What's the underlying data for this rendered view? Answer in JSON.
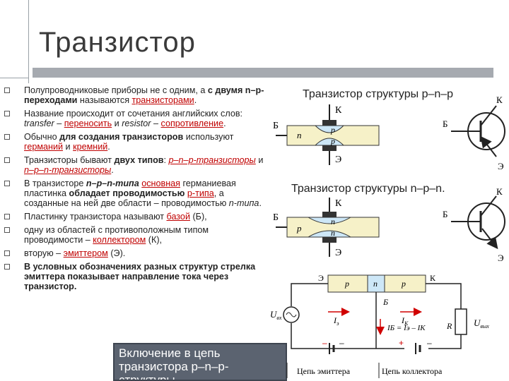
{
  "title": "Транзистор",
  "bullets": [
    {
      "parts": [
        {
          "t": "Полупроводниковые приборы не с одним, а "
        },
        {
          "t": "с двумя n–p-переходами",
          "s": "b"
        },
        {
          "t": " называются "
        },
        {
          "t": "транзисторами",
          "s": "red"
        },
        {
          "t": "."
        }
      ]
    },
    {
      "parts": [
        {
          "t": "Название происходит от сочетания английских слов: "
        },
        {
          "t": "transfer",
          "s": "it"
        },
        {
          "t": " – "
        },
        {
          "t": "переносить",
          "s": "red"
        },
        {
          "t": " и "
        },
        {
          "t": "resistor",
          "s": "it"
        },
        {
          "t": " – "
        },
        {
          "t": "сопротивление",
          "s": "red"
        },
        {
          "t": "."
        }
      ]
    },
    {
      "parts": [
        {
          "t": "Обычно "
        },
        {
          "t": "для создания транзисторов",
          "s": "b"
        },
        {
          "t": " используют "
        },
        {
          "t": "германий",
          "s": "red"
        },
        {
          "t": " и "
        },
        {
          "t": "кремний",
          "s": "red"
        },
        {
          "t": "."
        }
      ]
    },
    {
      "parts": [
        {
          "t": "Транзисторы бывают "
        },
        {
          "t": "двух типов",
          "s": "b"
        },
        {
          "t": ": "
        },
        {
          "t": "p–n–p-транзисторы",
          "s": "red it"
        },
        {
          "t": " и "
        },
        {
          "t": "n–p–n-транзисторы",
          "s": "red it"
        },
        {
          "t": "."
        }
      ]
    },
    {
      "parts": [
        {
          "t": "В транзисторе "
        },
        {
          "t": "n–p–n-типа",
          "s": "b it"
        },
        {
          "t": " "
        },
        {
          "t": "основная",
          "s": "red"
        },
        {
          "t": " германиевая пластинка "
        },
        {
          "t": "обладает проводимостью",
          "s": "b"
        },
        {
          "t": " "
        },
        {
          "t": "p-типа",
          "s": "red"
        },
        {
          "t": ", а созданные на ней две области – проводимостью "
        },
        {
          "t": "n-типа",
          "s": "it"
        },
        {
          "t": "."
        }
      ]
    },
    {
      "parts": [
        {
          "t": "Пластинку транзистора называют "
        },
        {
          "t": "базой",
          "s": "red"
        },
        {
          "t": " (Б),"
        }
      ]
    },
    {
      "parts": [
        {
          "t": "одну из областей с противоположным типом проводимости – "
        },
        {
          "t": "коллектором",
          "s": "red"
        },
        {
          "t": " (К),"
        }
      ]
    },
    {
      "parts": [
        {
          "t": "вторую – "
        },
        {
          "t": "эмиттером",
          "s": "red"
        },
        {
          "t": " (Э)."
        }
      ]
    },
    {
      "parts": [
        {
          "t": "В условных обозначениях разных структур стрелка эмиттера показывает направление тока через транзистор.",
          "s": "b"
        }
      ]
    }
  ],
  "callout": "Включение в цепь транзистора p–n–p-структуры",
  "diagram": {
    "pnp_title": "Транзистор структуры p–n–p",
    "npn_title": "Транзистор структуры n–p–n.",
    "label_k": "К",
    "label_b": "Б",
    "label_e": "Э",
    "pnp_left": "n",
    "pnp_top": "p",
    "pnp_bottom": "p",
    "npn_left": "p",
    "npn_top": "n",
    "npn_bottom": "n",
    "circuit_p1": "p",
    "circuit_n": "n",
    "circuit_p2": "p",
    "circuit_e": "Э",
    "circuit_k": "К",
    "circuit_b": "Б",
    "ie": "I",
    "ie_sub": "э",
    "ik": "I",
    "ik_sub": "К",
    "formula": "IБ = Iэ – IK",
    "r": "R",
    "uvx": "U",
    "uvx_sub": "вх",
    "uvyx": "U",
    "uvyx_sub": "вых",
    "emitter_circuit": "Цепь эмиттера",
    "collector_circuit": "Цепь коллектора",
    "minus": "–",
    "plus": "+"
  }
}
